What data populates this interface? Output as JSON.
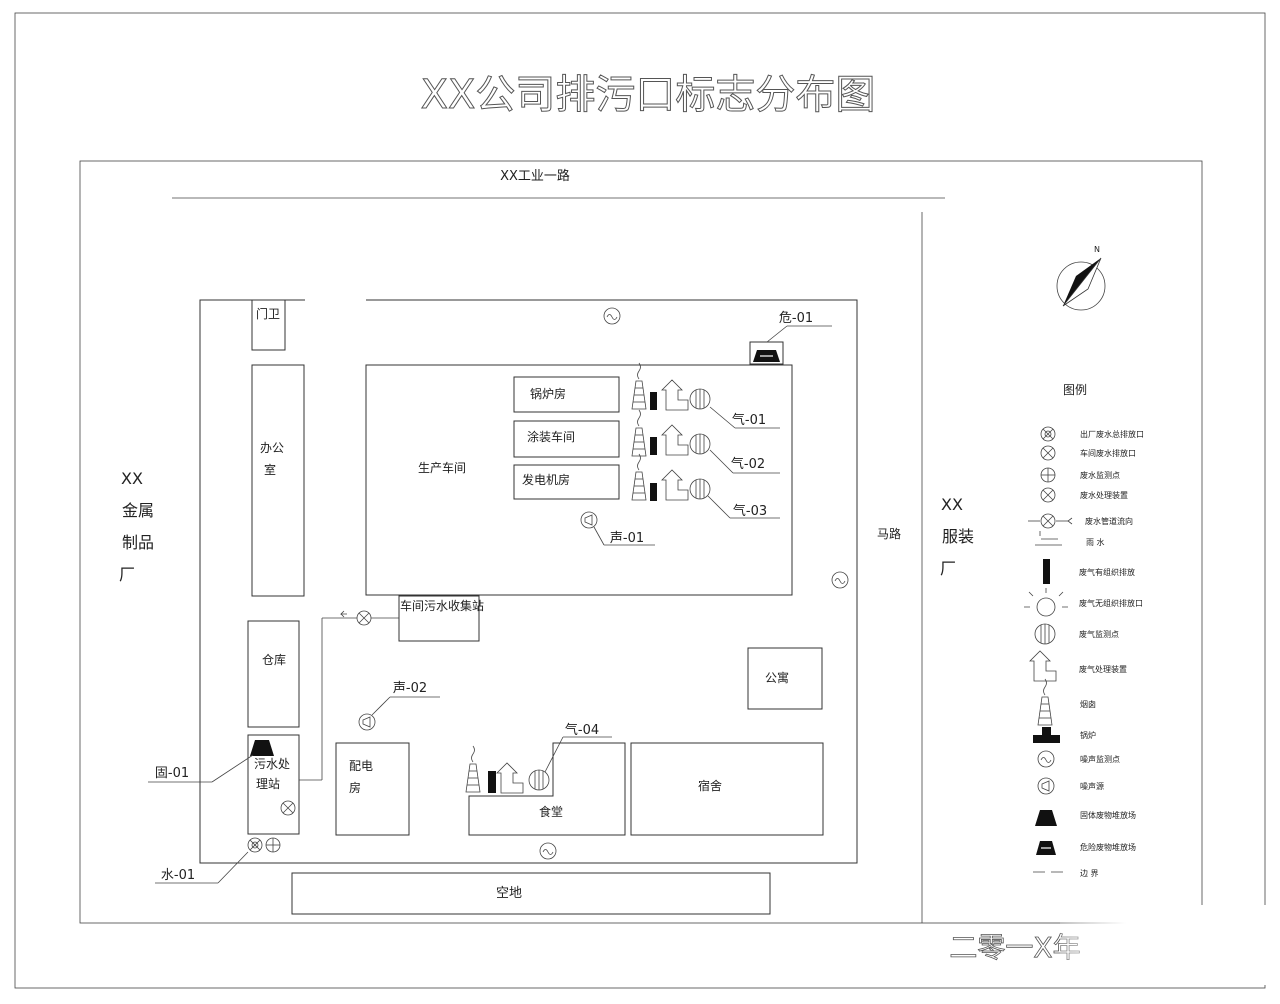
{
  "title": "XX公司排污口标志分布图",
  "date_text": "二零一X年",
  "road_top": "XX工业一路",
  "road_side": "马路",
  "neighbor_left": [
    "XX",
    "金属",
    "制品",
    "厂"
  ],
  "neighbor_right": [
    "XX",
    "服装",
    "厂"
  ],
  "compass_n": "N",
  "buildings": {
    "gate": "门卫",
    "office": [
      "办公",
      "室"
    ],
    "workshop": "生产车间",
    "boiler": "锅炉房",
    "painting": "涂装车间",
    "generator": "发电机房",
    "collector": "车间污水收集站",
    "warehouse": "仓库",
    "apartment": "公寓",
    "sewage": [
      "污水处",
      "理站"
    ],
    "power": [
      "配电",
      "房"
    ],
    "canteen": "食堂",
    "dorm": "宿舍",
    "open": "空地"
  },
  "markers": {
    "hazard": "危-01",
    "gas1": "气-01",
    "gas2": "气-02",
    "gas3": "气-03",
    "gas4": "气-04",
    "noise1": "声-01",
    "noise2": "声-02",
    "solid": "固-01",
    "water": "水-01"
  },
  "legend": {
    "title": "图例",
    "items": [
      "出厂废水总排放口",
      "车间废水排放口",
      "废水监测点",
      "废水处理装置",
      "废水管道流向",
      "雨 水",
      "废气有组织排放",
      "废气无组织排放口",
      "废气监测点",
      "废气处理装置",
      "烟囱",
      "锅炉",
      "噪声监测点",
      "噪声源",
      "固体废物堆放场",
      "危险废物堆放场",
      "边 界"
    ]
  }
}
